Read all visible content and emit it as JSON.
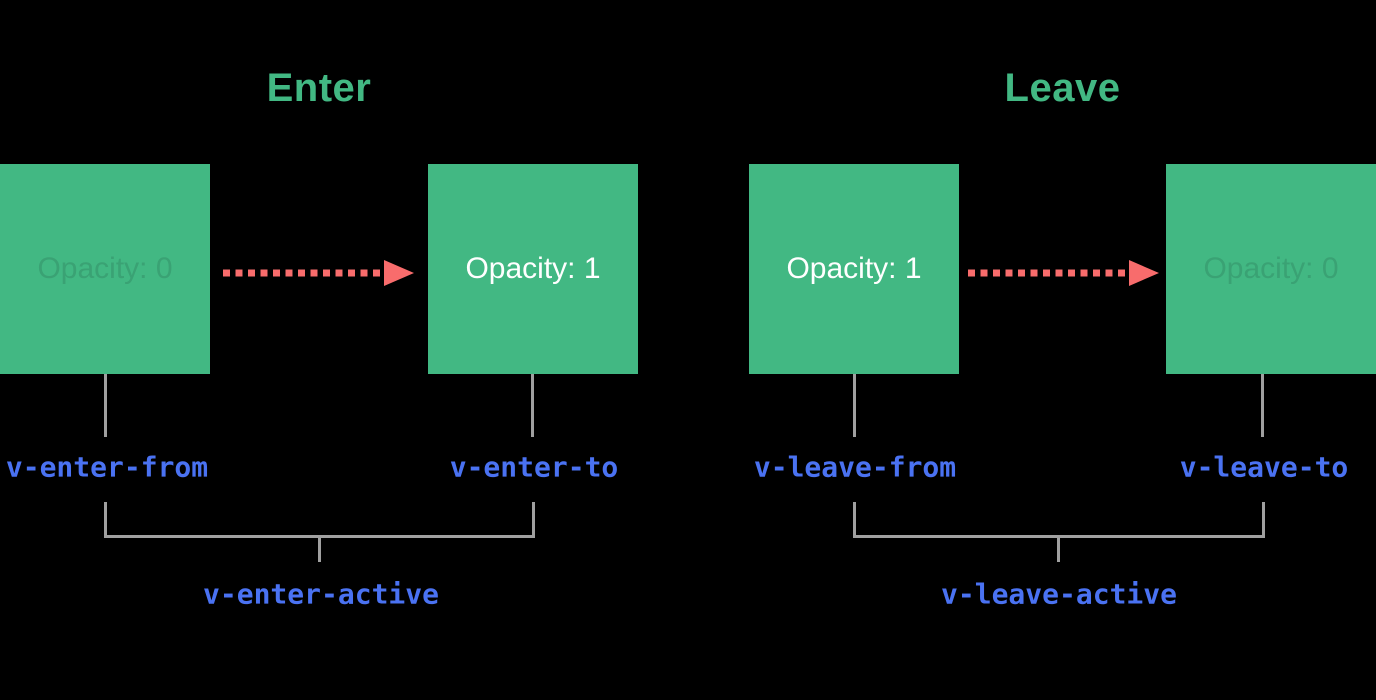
{
  "diagram": {
    "background": "#000000",
    "colors": {
      "box_green": "#42b883",
      "title_green": "#42b883",
      "arrow_red": "#f86c6c",
      "line_gray": "#a0a0a0",
      "class_label_blue": "#4a72f2",
      "box_text_white": "#ffffff",
      "box_text_faded_green": "#3aa274"
    },
    "sections": [
      {
        "title": "Enter",
        "from_box_label": "Opacity: 0",
        "to_box_label": "Opacity: 1",
        "from_class": "v-enter-from",
        "to_class": "v-enter-to",
        "active_class": "v-enter-active"
      },
      {
        "title": "Leave",
        "from_box_label": "Opacity: 1",
        "to_box_label": "Opacity: 0",
        "from_class": "v-leave-from",
        "to_class": "v-leave-to",
        "active_class": "v-leave-active"
      }
    ]
  }
}
